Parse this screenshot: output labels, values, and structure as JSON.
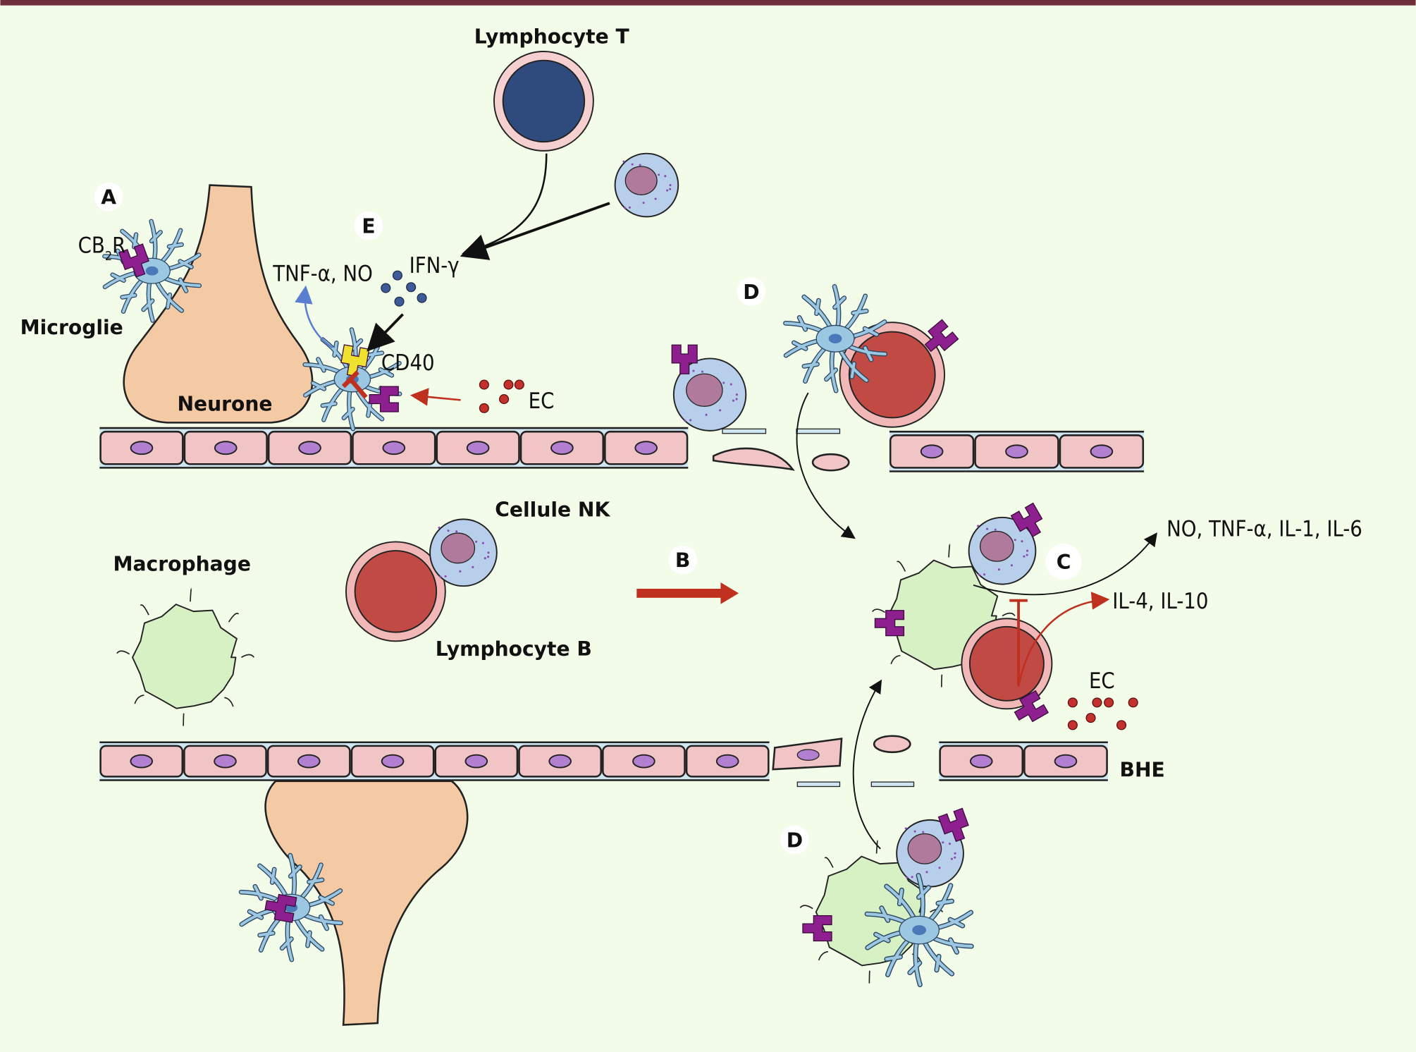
{
  "colors": {
    "background": "#f3fbe9",
    "top_border": "#6e2f3a",
    "neuron": "#f4caa4",
    "endothelium": "#f1c4c6",
    "endothelium_nucleus": "#b37fd0",
    "basal_membrane": "#cfe5f0",
    "microglia": "#9cc7e2",
    "receptor_cb2": "#8e1f8e",
    "receptor_cd40": "#f0e030",
    "lymphocyte_t_nucleus": "#2f4a7c",
    "lymphocyte_b_nucleus": "#c24a44",
    "nk_cell": "#b7cfea",
    "macrophage": "#d7f0c4",
    "endocannabinoid": "#c4302b",
    "cytokine": "#3f5a99",
    "arrow_red": "#c0301f",
    "arrow_blue": "#5b7fd0"
  },
  "labels": {
    "lymphocyte_t": "Lymphocyte T",
    "panel_a": "A",
    "cb2r_main": "CB",
    "cb2r_sub": "2",
    "cb2r_end": "R",
    "microglie": "Microglie",
    "neurone": "Neurone",
    "panel_e": "E",
    "tnf_no": "TNF-α, NO",
    "ifn": "IFN-γ",
    "cd40": "CD40",
    "ec_top": "EC",
    "panel_d_top": "D",
    "cellule_nk": "Cellule NK",
    "macrophage": "Macrophage",
    "panel_b": "B",
    "lymphocyte_b": "Lymphocyte B",
    "panel_c": "C",
    "pro_inflam": "NO, TNF-α, IL-1, IL-6",
    "anti_inflam": "IL-4, IL-10",
    "ec_right": "EC",
    "bhe": "BHE",
    "panel_d_bottom": "D"
  }
}
